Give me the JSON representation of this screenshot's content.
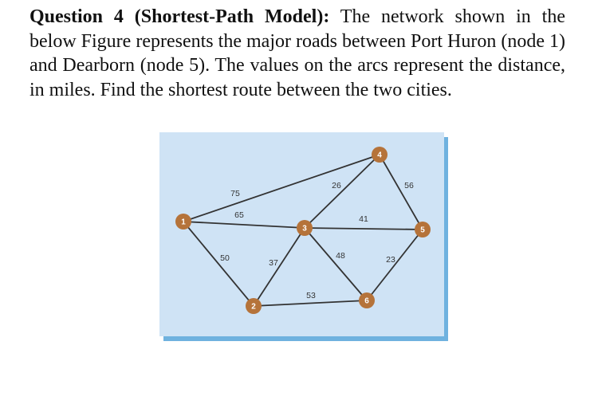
{
  "question": {
    "title": "Question 4 (Shortest-Path Model):",
    "body": " The network shown in the below Figure represents the major roads between Port Huron (node 1) and Dearborn (node 5). The values on the arcs represent the distance, in miles. Find the shortest route between the two cities."
  },
  "figure": {
    "colors": {
      "panel": "#cfe3f5",
      "panel_edge": "#6fb2df",
      "node": "#b5733a",
      "edge": "#333333"
    },
    "nodes": [
      {
        "id": "1",
        "label": "1"
      },
      {
        "id": "2",
        "label": "2"
      },
      {
        "id": "3",
        "label": "3"
      },
      {
        "id": "4",
        "label": "4"
      },
      {
        "id": "5",
        "label": "5"
      },
      {
        "id": "6",
        "label": "6"
      }
    ],
    "edges": [
      {
        "from": "1",
        "to": "4",
        "distance": "75"
      },
      {
        "from": "1",
        "to": "3",
        "distance": "65"
      },
      {
        "from": "1",
        "to": "2",
        "distance": "50"
      },
      {
        "from": "2",
        "to": "3",
        "distance": "37"
      },
      {
        "from": "2",
        "to": "6",
        "distance": "53"
      },
      {
        "from": "3",
        "to": "4",
        "distance": "26"
      },
      {
        "from": "3",
        "to": "5",
        "distance": "41"
      },
      {
        "from": "3",
        "to": "6",
        "distance": "48"
      },
      {
        "from": "4",
        "to": "5",
        "distance": "56"
      },
      {
        "from": "6",
        "to": "5",
        "distance": "23"
      }
    ]
  }
}
